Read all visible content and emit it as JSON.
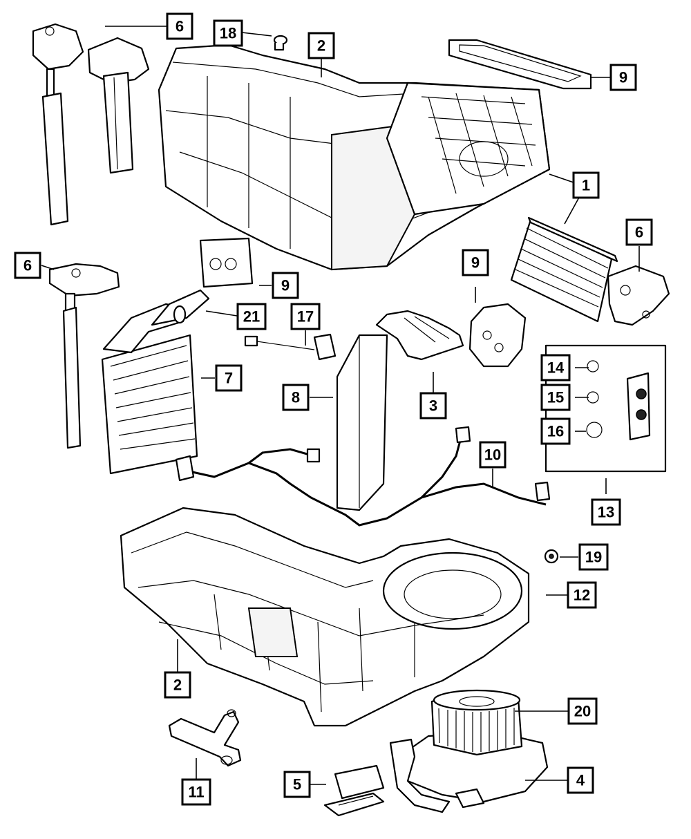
{
  "callouts": {
    "c1": "1",
    "c2a": "2",
    "c2b": "2",
    "c3": "3",
    "c4": "4",
    "c5": "5",
    "c6a": "6",
    "c6b": "6",
    "c6c": "6",
    "c7": "7",
    "c8": "8",
    "c9a": "9",
    "c9b": "9",
    "c9c": "9",
    "c10": "10",
    "c11": "11",
    "c12": "12",
    "c13": "13",
    "c14": "14",
    "c15": "15",
    "c16": "16",
    "c17": "17",
    "c18": "18",
    "c19": "19",
    "c20": "20",
    "c21": "21"
  }
}
